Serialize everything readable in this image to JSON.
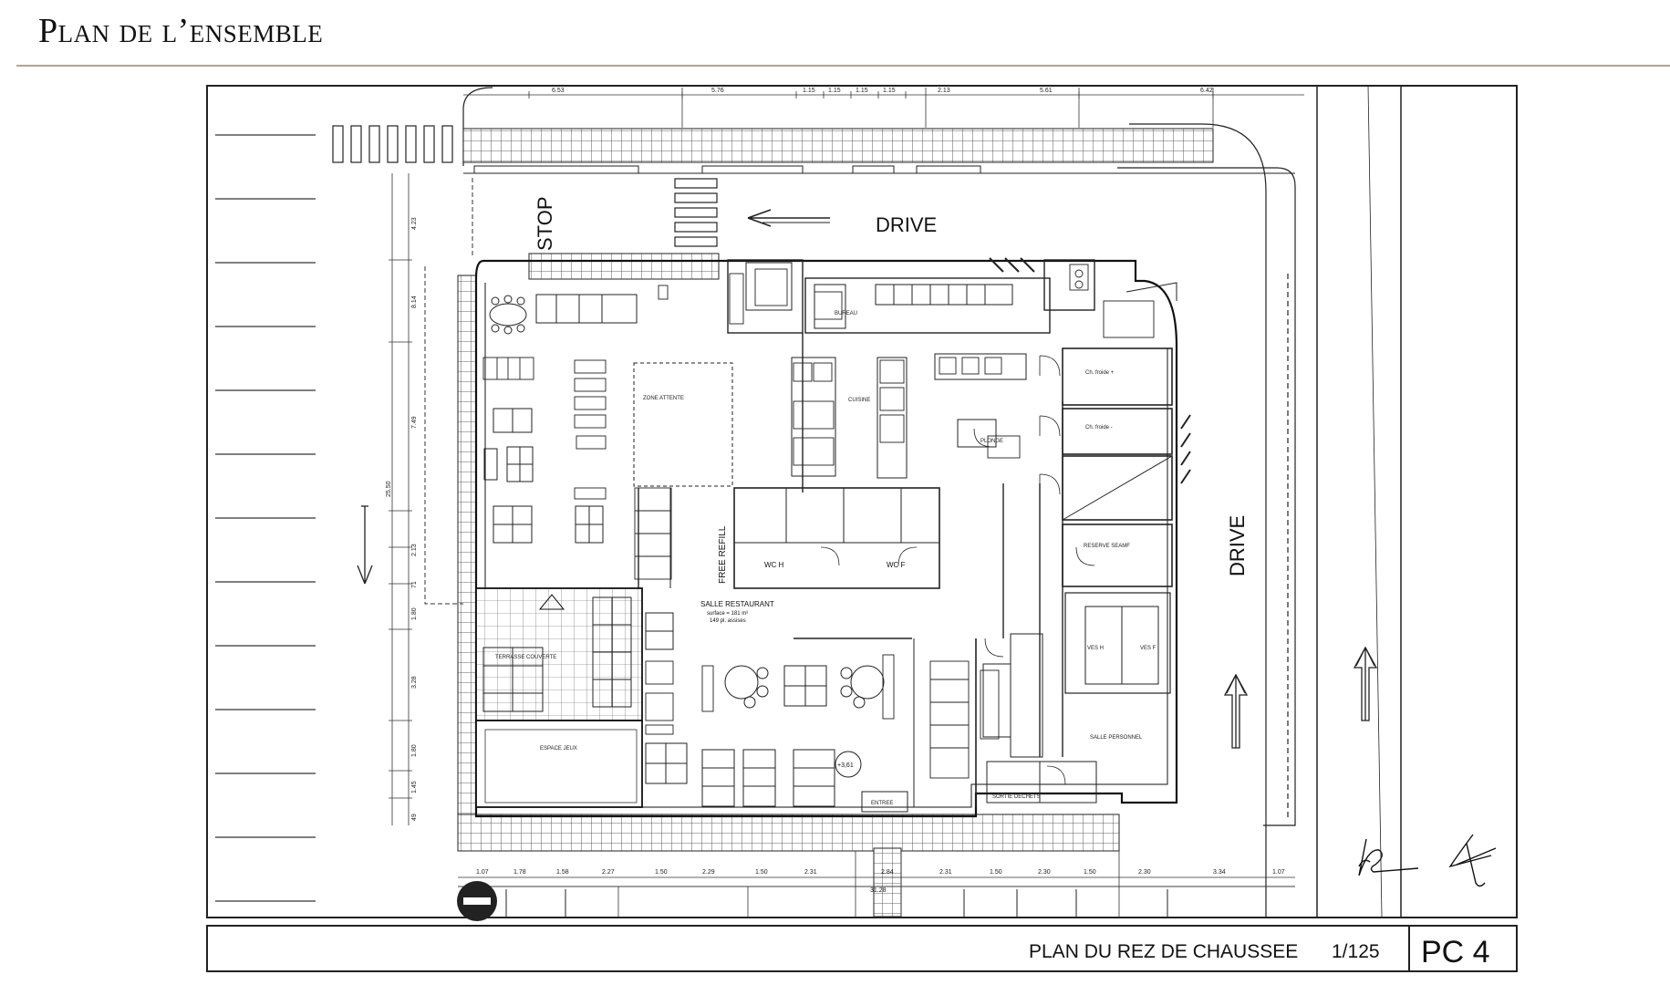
{
  "title": "Plan de l’ensemble",
  "drawing": {
    "labels": {
      "drive_top": "DRIVE",
      "drive_right": "DRIVE",
      "stop": "STOP",
      "free_refill": "FREE REFILL",
      "salle_restaurant": "SALLE RESTAURANT",
      "salle_surface": "surface = 181 m²",
      "salle_places": "149 pl. assises",
      "zone_attente": "ZONE ATTENTE",
      "terrasse": "TERRASSE COUVERTE",
      "espace_jeux": "ESPACE JEUX",
      "cuisine": "CUISINE",
      "plonge": "PLONGE",
      "reserve": "RESERVE SEAMF",
      "salle_personnel": "SALLE PERSONNEL",
      "wc_h": "WC H",
      "wc_f": "WC F",
      "vestiaire_h": "VES H",
      "vestiaire_f": "VES F",
      "bureau": "BUREAU",
      "sortie_dechets": "SORTIE DECHETS",
      "entree": "ENTREE",
      "level": "+3,61",
      "ch_froide_pos": "Ch. froide +",
      "ch_froide_neg": "Ch. froide -"
    },
    "dims_top": [
      "6.53",
      "5.76",
      "1.15",
      "1.15",
      "1.15",
      "1.15",
      "2.13",
      "5.61",
      "6.42"
    ],
    "dims_bottom": [
      "1.07",
      "1.78",
      "1.58",
      "2.27",
      "1.50",
      "2.29",
      "1.50",
      "2.31",
      "2.84",
      "2.31",
      "1.50",
      "2.30",
      "1.50",
      "2.30",
      "3.34",
      "1.07"
    ],
    "dims_left": [
      "4.23",
      "8.14",
      "7.49",
      "25.50",
      "2.13",
      "71",
      "1.80",
      "3.28",
      "1.80",
      "1.45",
      "49"
    ],
    "dim_total_bottom": "31.28"
  },
  "cartouche": {
    "plan_label": "PLAN DU REZ DE CHAUSSEE",
    "scale": "1/125",
    "code": "PC 4"
  }
}
